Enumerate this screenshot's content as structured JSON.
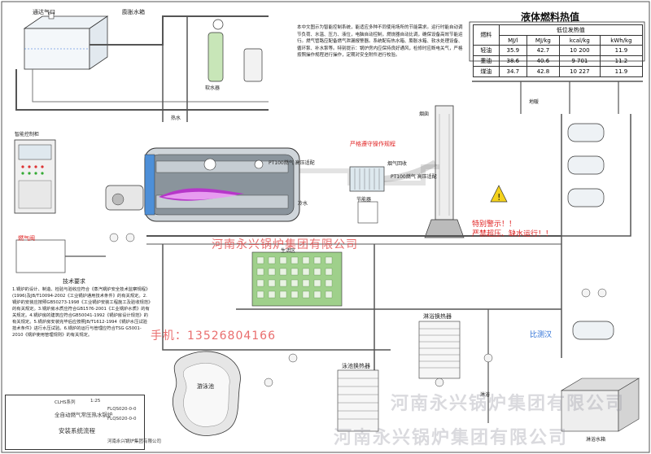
{
  "diagram": {
    "title_fuel": "液体燃料热值",
    "fuel_table": {
      "header_group": "低位发热值",
      "headers": [
        "燃料",
        "MJ/l",
        "MJ/kg",
        "kcal/kg",
        "kWh/kg"
      ],
      "rows": [
        [
          "轻油",
          "35.9",
          "42.7",
          "10 200",
          "11.9"
        ],
        [
          "重油",
          "38.6",
          "40.6",
          "9 701",
          "11.2"
        ],
        [
          "煤油",
          "34.7",
          "42.8",
          "10 227",
          "11.9"
        ]
      ]
    },
    "labels": {
      "vent": "通达气口",
      "expansion_tank": "膨胀水箱",
      "control_cabinet": "智能控制柜",
      "gas_valve": "燃气阀",
      "chimney": "烟囱",
      "cold_water": "冷水",
      "gas_duct": "烟气回收",
      "energy_saver": "节能器",
      "heat_supply_1": "PT100燃气\n高压适配",
      "heat_supply_2": "PT100燃气\n高压适配",
      "living_area": "生活区",
      "bath_exchanger": "淋浴换热器",
      "pool_exchanger": "泳池换热器",
      "swimming_pool": "游泳池",
      "water_tank": "淋浴水箱",
      "warning_title": "特别警示！！",
      "warning_text": "严禁超压、缺水运行！！",
      "strict_operation": "严格遵守操作规程",
      "bath": "淋浴",
      "compare": "比测汉",
      "floor_heating": "地暖",
      "water_treatment": "软水器",
      "hot_water": "热水"
    },
    "notes_text": "本中文图示为智能控制系统，能适应多种不同使用场所的节能需求。运行时能自动调节负荷、水温、压力、液位，电脑自动控制，燃烧器自动比调，确保设备高效节能运行。燃气管路应配备燃气泄漏报警器。系统配有热水箱、膨胀水箱、软水处理设备、循环泵、补水泵等。特别提示：锅炉房内应保持良好通风，检修时应断电关气，严格按照操作规程进行操作，定期对安全附件进行校验。",
    "requirements_title": "技术要求",
    "requirements_text": "1.锅炉的设计、制造、检验与验收应符合《蒸汽锅炉安全技术监察规程》(1996)及JB/T10094-2002《工业锅炉通用技术条件》的有关规定。2.锅炉的安装应按照GB50273-1998《工业锅炉安装工程施工及验收规范》的有关规定。3.锅炉房水质应符合GB1576-2001《工业锅炉水质》的有关规定。4.锅炉房的建筑应符合GB50041-1992《锅炉房设计规范》的有关规定。5.锅炉房安装完毕后应按照JB/T1612-1994《锅炉水压试验技术条件》进行水压试验。6.锅炉的运行与管理应符合TSG G5001-2010《锅炉使用管理规则》的有关规定。",
    "watermark_company": "河南永兴锅炉集团有限公司",
    "watermark_phone": "手机：13526804166",
    "watermark_bottom": "河南永兴锅炉集团有限公司",
    "title_block": {
      "project": "全自动燃气常压热水锅炉",
      "drawing_name": "安装系统流程",
      "company": "河南永兴锅炉集团有限公司",
      "code1": "FLQS020-0-0",
      "code2": "FLQS020-0-0",
      "scale": "1:25",
      "series": "CLHS系列"
    }
  }
}
